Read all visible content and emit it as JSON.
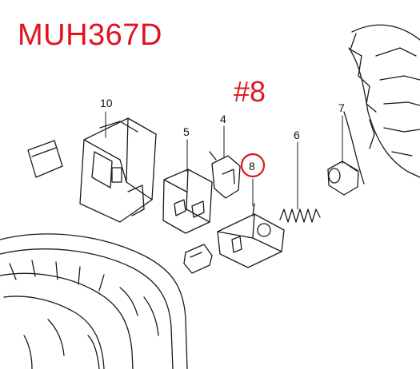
{
  "header": {
    "model": "MUH367D",
    "highlight": "#8"
  },
  "callouts": [
    {
      "id": "10",
      "label": "10"
    },
    {
      "id": "5",
      "label": "5"
    },
    {
      "id": "4",
      "label": "4"
    },
    {
      "id": "6",
      "label": "6"
    },
    {
      "id": "7",
      "label": "7"
    },
    {
      "id": "8",
      "label": "8"
    }
  ],
  "colors": {
    "accent": "#e0141e",
    "line": "#1a1a1a"
  }
}
